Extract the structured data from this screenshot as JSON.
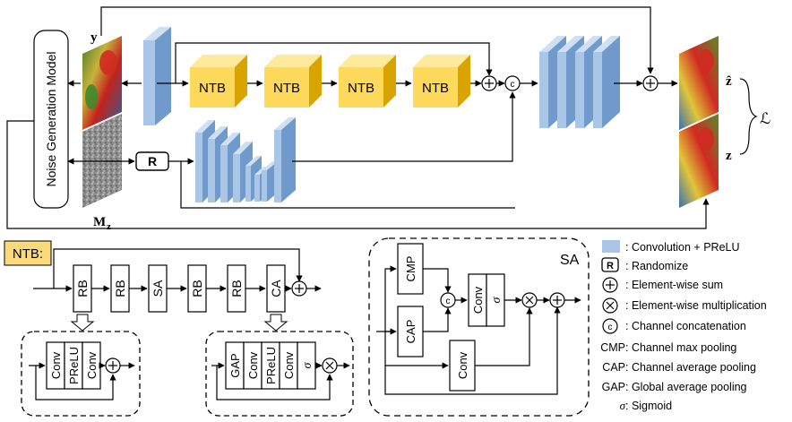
{
  "colors": {
    "conv_front": "#a9c6e6",
    "conv_side": "#6f9acb",
    "conv_top": "#cfe0f3",
    "ntb_front": "#ffd95c",
    "ntb_side": "#d9a400",
    "ntb_top": "#ffe99a",
    "ntb_label_bg": "#fcd97b",
    "noise_gray": "#9a9a9a",
    "line": "#000000"
  },
  "main": {
    "noise_model_label": "Noise Generation Model",
    "input_y_label": "y",
    "noise_map_label": "M",
    "noise_map_sub": "z",
    "randomize_box_label": "R",
    "ntb_blocks": [
      "NTB",
      "NTB",
      "NTB",
      "NTB"
    ],
    "sum_symbol": "+",
    "concat_symbol": "c",
    "output_zhat_label": "ẑ",
    "output_z_label": "z",
    "loss_label": "ℒ"
  },
  "ntb_detail": {
    "tag": "NTB:",
    "blocks": [
      "RB",
      "RB",
      "SA",
      "RB",
      "RB",
      "CA"
    ],
    "rb_expansion": [
      "Conv",
      "PReLU",
      "Conv"
    ],
    "ca_expansion": [
      "GAP",
      "Conv",
      "PReLU",
      "Conv",
      "σ"
    ]
  },
  "sa_detail": {
    "title": "SA",
    "cmp_label": "CMP",
    "cap_label": "CAP",
    "conv_label": "Conv",
    "sigma_label": "σ",
    "conv_bottom_label": "Conv"
  },
  "legend": {
    "items": [
      {
        "symbol": "",
        "text": ": Convolution + PReLU"
      },
      {
        "symbol": "R",
        "text": ": Randomize"
      },
      {
        "symbol": "+",
        "text": ": Element-wise sum"
      },
      {
        "symbol": "×",
        "text": ": Element-wise multiplication"
      },
      {
        "symbol": "c",
        "text": ": Channel concatenation"
      },
      {
        "symbol": "CMP",
        "text": ": Channel max pooling"
      },
      {
        "symbol": "CAP",
        "text": ": Channel average pooling"
      },
      {
        "symbol": "GAP",
        "text": ": Global average pooling"
      },
      {
        "symbol": "σ",
        "text": ": Sigmoid"
      }
    ]
  }
}
